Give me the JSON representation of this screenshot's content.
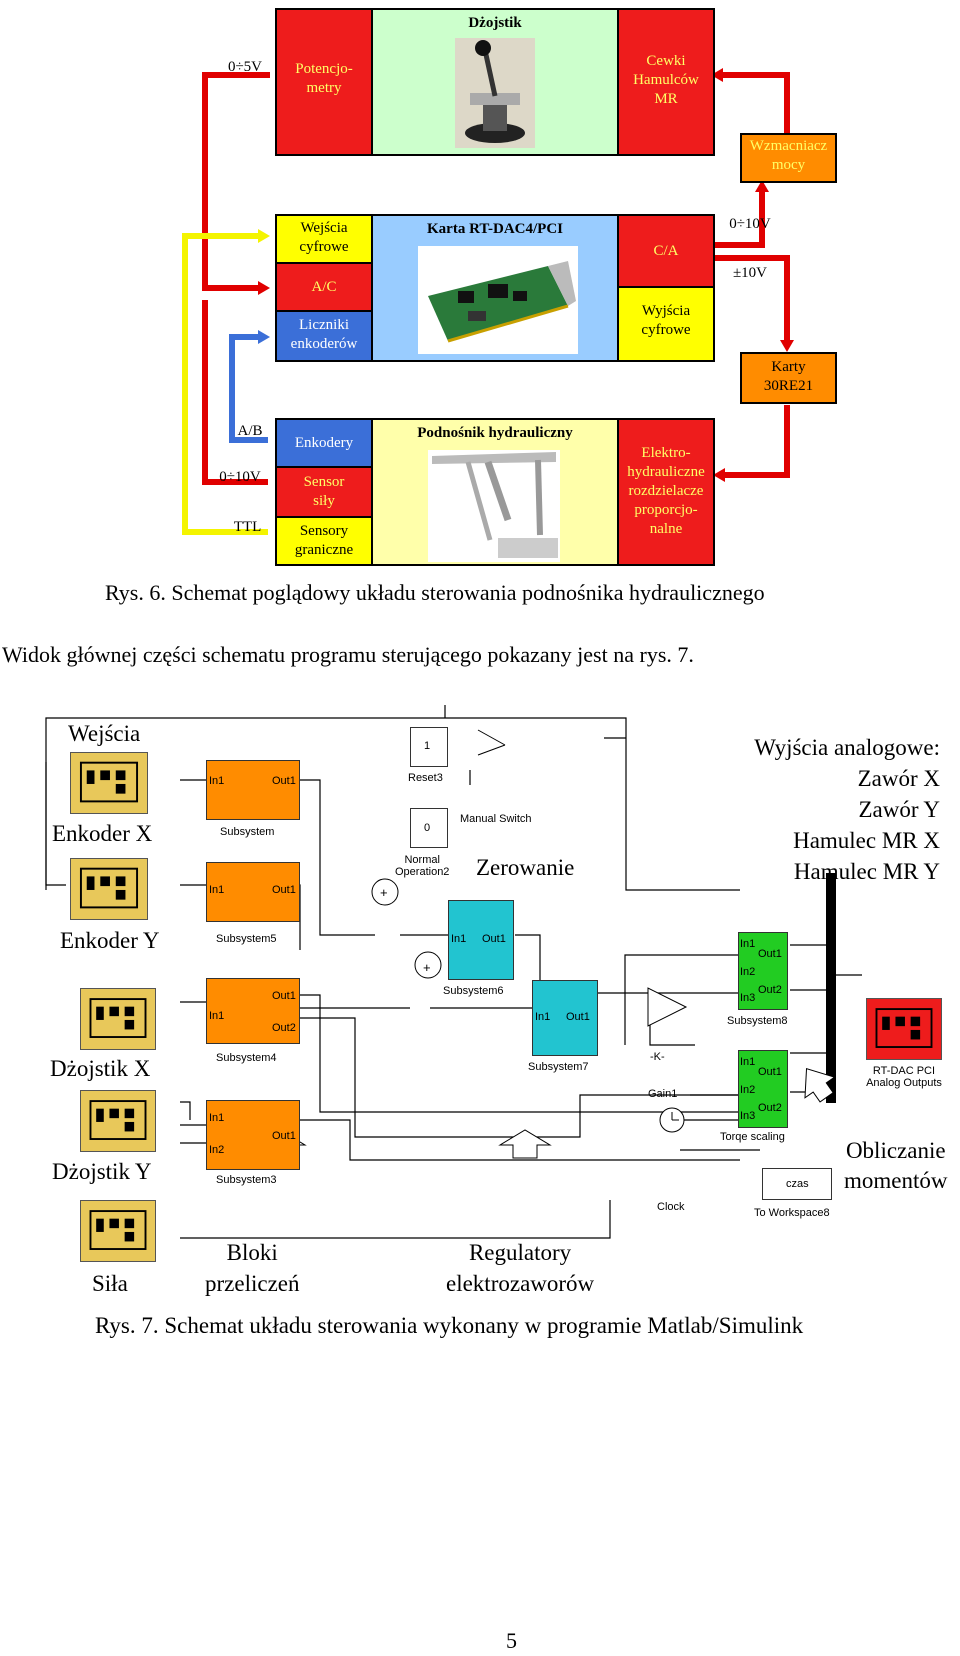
{
  "fig6": {
    "joystick": {
      "title": "Dżojstik"
    },
    "left_voltage": "0÷5V",
    "potentiometers": "Potencjo-\nmetry",
    "coils": "Cewki\nHamulców\nMR",
    "amplifier": "Wzmacniacz\nmocy",
    "card_title": "Karta RT-DAC4/PCI",
    "digital_in": "Wejścia\ncyfrowe",
    "ad": "A/C",
    "counters": "Liczniki\nenkoderów",
    "da": "C/A",
    "digital_out": "Wyjścia\ncyfrowe",
    "v_0_10": "0÷10V",
    "v_pm10": "±10V",
    "cards_30re21": "Karty\n30RE21",
    "lift_title": "Podnośnik hydrauliczny",
    "encoders": "Enkodery",
    "force_sensor": "Sensor\nsiły",
    "limit_sensors": "Sensory\ngraniczne",
    "valves": "Elektro-\nhydrauliczne\nrozdzielacze\nproporcjo-\nnalne",
    "ab": "A/B",
    "v_0_10_left": "0÷10V",
    "ttl": "TTL",
    "caption": "Rys. 6. Schemat poglądowy układu sterowania podnośnika hydraulicznego"
  },
  "paragraph": "Widok głównej części schematu programu sterującego pokazany jest na rys. 7.",
  "fig7": {
    "inputs": "Wejścia",
    "encoder_x": "Enkoder X",
    "encoder_y": "Enkoder Y",
    "joystick_x": "Dżojstik X",
    "joystick_y": "Dżojstik Y",
    "force": "Siła",
    "subsystem": "Subsystem",
    "subsystem5": "Subsystem5",
    "subsystem4": "Subsystem4",
    "subsystem3": "Subsystem3",
    "subsystem6": "Subsystem6",
    "subsystem7": "Subsystem7",
    "subsystem8": "Subsystem8",
    "in1": "In1",
    "in2": "In2",
    "in3": "In3",
    "out1": "Out1",
    "out2": "Out2",
    "const1": "1",
    "const0": "0",
    "reset3": "Reset3",
    "normal_op": "Normal\nOperation2",
    "manual_switch": "Manual Switch",
    "zeroing": "Zerowanie",
    "gain_k": "-K-",
    "gain1": "Gain1",
    "torque_scaling": "Torqe scaling",
    "clock": "Clock",
    "czas": "czas",
    "to_workspace": "To Workspace8",
    "rtdac": "RT-DAC PCI\nAnalog Outputs",
    "outputs_title": "Wyjścia analogowe:\nZawór X\nZawór Y\nHamulec MR X\nHamulec MR Y",
    "compute": "Obliczanie\nmomentów",
    "conversion": "Bloki\nprzeliczeń",
    "regulators": "Regulatory\nelektrozaworów",
    "caption": "Rys. 7. Schemat układu sterowania wykonany w programie Matlab/Simulink"
  },
  "page_number": "5",
  "colors": {
    "red": "#ff0000",
    "yellow": "#ffff00",
    "blue": "#3b6fd8",
    "lightgreen": "#ccffcc",
    "lightblue": "#99ccff",
    "paleyellow": "#ffffaa",
    "orange": "#ff8c00",
    "cyan": "#22c4d0",
    "simyellow": "#e8c85a"
  }
}
